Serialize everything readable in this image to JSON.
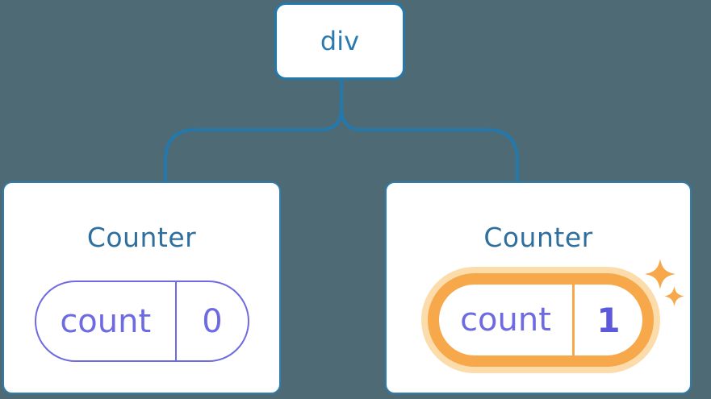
{
  "theme": {
    "bg": "#4e6a75",
    "line-blue": "#2478ab",
    "card-border": "#2e7dad",
    "title-blue": "#2f6f9e",
    "node-blue": "#2a7aad",
    "purple": "#6e6be2",
    "purple-bold": "#5c59da",
    "orange": "#f6a84a",
    "orange-halo": "#fcdcab"
  },
  "tree": {
    "root": {
      "label": "div"
    },
    "children": [
      {
        "title": "Counter",
        "state": {
          "key": "count",
          "value": "0"
        },
        "highlighted": false
      },
      {
        "title": "Counter",
        "state": {
          "key": "count",
          "value": "1"
        },
        "highlighted": true
      }
    ]
  },
  "icons": [
    {
      "name": "sparkle-icon-large",
      "meaning": "state-updated-sparkle"
    },
    {
      "name": "sparkle-icon-small",
      "meaning": "state-updated-sparkle"
    }
  ]
}
